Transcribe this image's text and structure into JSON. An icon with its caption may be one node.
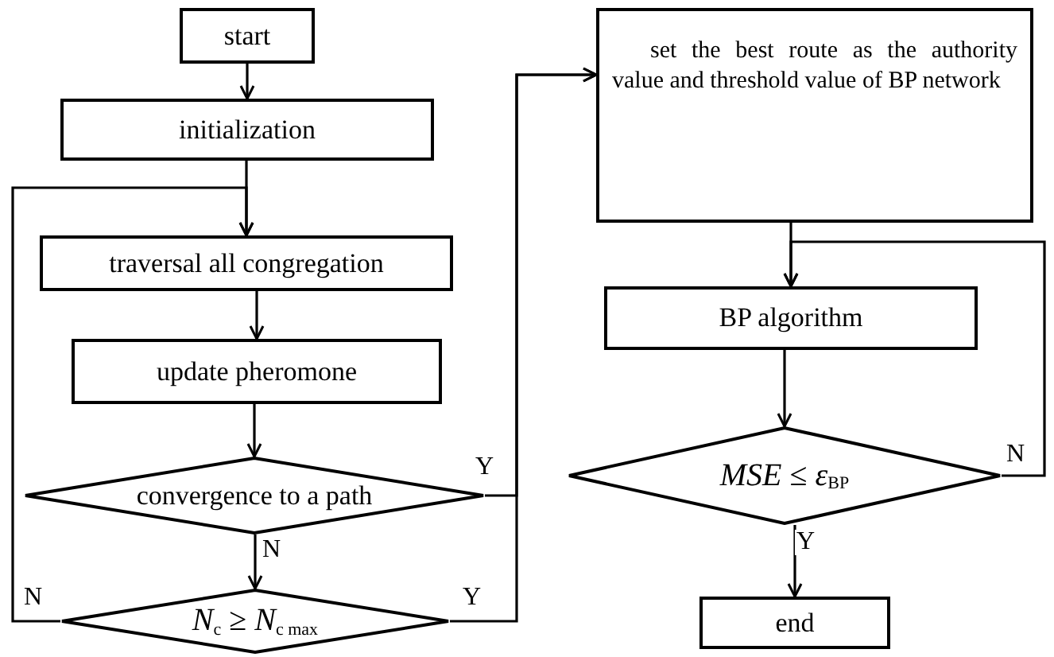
{
  "diagram": {
    "nodes": [
      {
        "text": [
          "start"
        ]
      },
      {
        "text": [
          "initialization"
        ]
      },
      {
        "text": [
          "traversal all congregation"
        ]
      },
      {
        "text": [
          "update pheromone"
        ]
      },
      {
        "text": [
          "convergence to a path"
        ]
      },
      {
        "text": [
          "*N*$_{c}$ ≥ *N*$_{c max}$"
        ]
      },
      {
        "text": [
          "set the best route as the authority value and threshold value of BP network"
        ]
      },
      {
        "text": [
          "BP algorithm"
        ]
      },
      {
        "text": [
          "*MSE* ≤ *ε*$_{BP}$"
        ]
      },
      {
        "text": [
          "end"
        ]
      }
    ],
    "edges": [
      {
        "from": 0,
        "to": 1,
        "arrow": "to"
      },
      {
        "from": 1,
        "to": 2,
        "arrow": "to"
      },
      {
        "from": 2,
        "to": 3,
        "arrow": "to"
      },
      {
        "from": 3,
        "to": 4,
        "arrow": "to"
      },
      {
        "from": 4,
        "to": 5,
        "arrow": "to",
        "label": "N"
      },
      {
        "from": 4,
        "to": 6,
        "arrow": "to",
        "label": "Y"
      },
      {
        "from": 5,
        "to": 6,
        "arrow": "to",
        "label": "Y"
      },
      {
        "from": 5,
        "to": 2,
        "arrow": "to",
        "label": "N"
      },
      {
        "from": 6,
        "to": 7,
        "arrow": "to"
      },
      {
        "from": 7,
        "to": 8,
        "arrow": "to"
      },
      {
        "from": 8,
        "to": 9,
        "arrow": "to",
        "label": "Y"
      },
      {
        "from": 8,
        "to": 7,
        "arrow": "to",
        "label": "N"
      }
    ]
  }
}
